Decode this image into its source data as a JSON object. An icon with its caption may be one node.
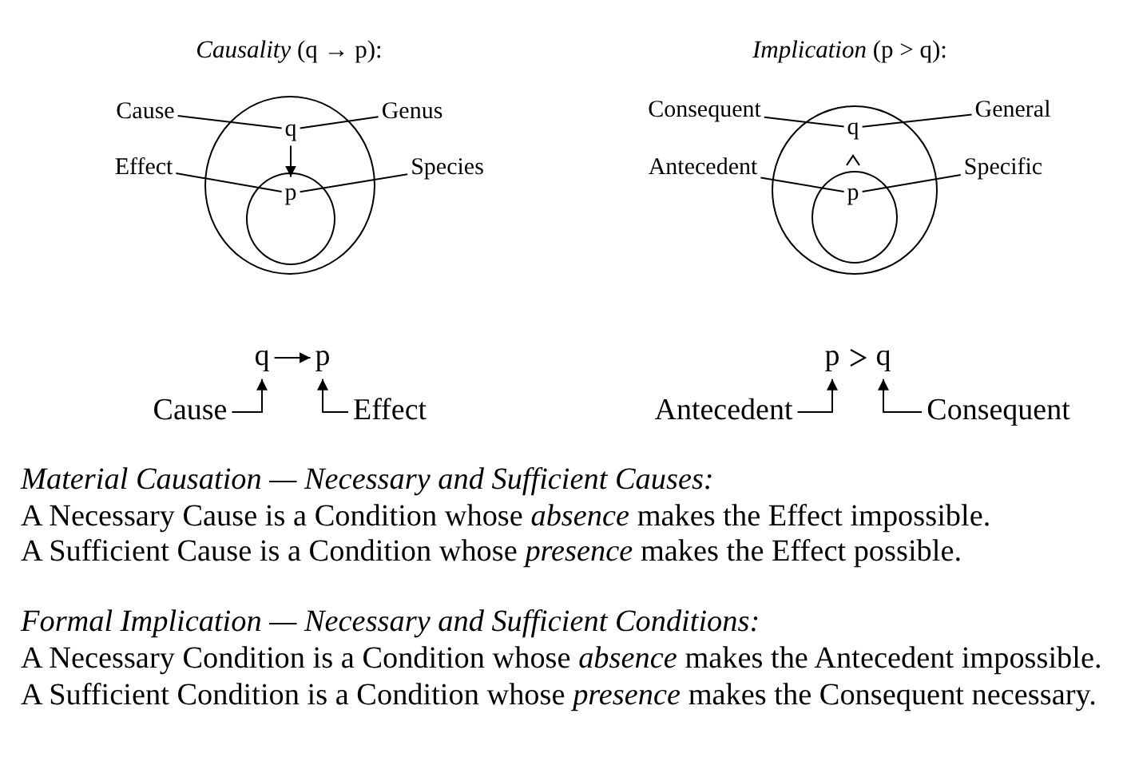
{
  "diagram": {
    "nodes": [
      {
        "text": [
          "Cause"
        ]
      },
      {
        "text": [
          "Genus"
        ]
      },
      {
        "text": [],
        "shape": "ellipse"
      },
      {
        "text": [
          "q"
        ],
        "in": 2
      },
      {
        "text": [
          "Effect"
        ]
      },
      {
        "text": [
          "Species"
        ]
      },
      {
        "text": [],
        "shape": "ellipse",
        "in": 2
      },
      {
        "text": [
          "p"
        ],
        "in": 6
      },
      {
        "text": [
          "Consequent"
        ]
      },
      {
        "text": [
          "General"
        ]
      },
      {
        "text": [],
        "shape": "ellipse"
      },
      {
        "text": [
          "q"
        ],
        "in": 10
      },
      {
        "text": [
          "Antecedent"
        ]
      },
      {
        "text": [
          "Specific"
        ]
      },
      {
        "text": [],
        "shape": "ellipse",
        "in": 10
      },
      {
        "text": [
          "p"
        ],
        "in": 14
      },
      {
        "text": [
          "q"
        ]
      },
      {
        "text": [
          "p"
        ]
      },
      {
        "text": [
          "Cause"
        ]
      },
      {
        "text": [
          "Effect"
        ]
      },
      {
        "text": [
          "p"
        ]
      },
      {
        "text": [
          "q"
        ]
      },
      {
        "text": [
          "Antecedent"
        ]
      },
      {
        "text": [
          "Consequent"
        ]
      }
    ],
    "edges": [
      {
        "from": 0,
        "to": 3,
        "arrow": "none"
      },
      {
        "from": 1,
        "to": 3,
        "arrow": "none"
      },
      {
        "from": 3,
        "to": 7,
        "arrow": "to"
      },
      {
        "from": 4,
        "to": 7,
        "arrow": "none"
      },
      {
        "from": 5,
        "to": 7,
        "arrow": "none"
      },
      {
        "from": 8,
        "to": 11,
        "arrow": "none"
      },
      {
        "from": 9,
        "to": 11,
        "arrow": "none"
      },
      {
        "from": 15,
        "to": 11,
        "arrow": "to"
      },
      {
        "from": 12,
        "to": 15,
        "arrow": "none"
      },
      {
        "from": 13,
        "to": 15,
        "arrow": "none"
      },
      {
        "from": 16,
        "to": 17,
        "arrow": "to"
      },
      {
        "from": 18,
        "to": 16,
        "arrow": "to"
      },
      {
        "from": 19,
        "to": 17,
        "arrow": "to"
      },
      {
        "from": 20,
        "to": 21,
        "arrow": "to"
      },
      {
        "from": 22,
        "to": 20,
        "arrow": "to"
      },
      {
        "from": 23,
        "to": 21,
        "arrow": "to"
      }
    ],
    "labels": [
      "*Causality* (q → p):",
      "*Implication* (p > q):",
      "Material Causation — Necessary and Sufficient Causes:",
      "A Necessary Cause is a Condition whose *absence* makes the Effect impossible.",
      "A Sufficient Cause is a Condition whose *presence* makes the Effect possible.",
      "Formal Implication — Necessary and Sufficient Conditions:",
      "A Necessary Condition is a Condition whose *absence* makes the Antecedent impossible.",
      "A Sufficient Condition is a Condition whose *presence* makes the Consequent necessary."
    ]
  }
}
